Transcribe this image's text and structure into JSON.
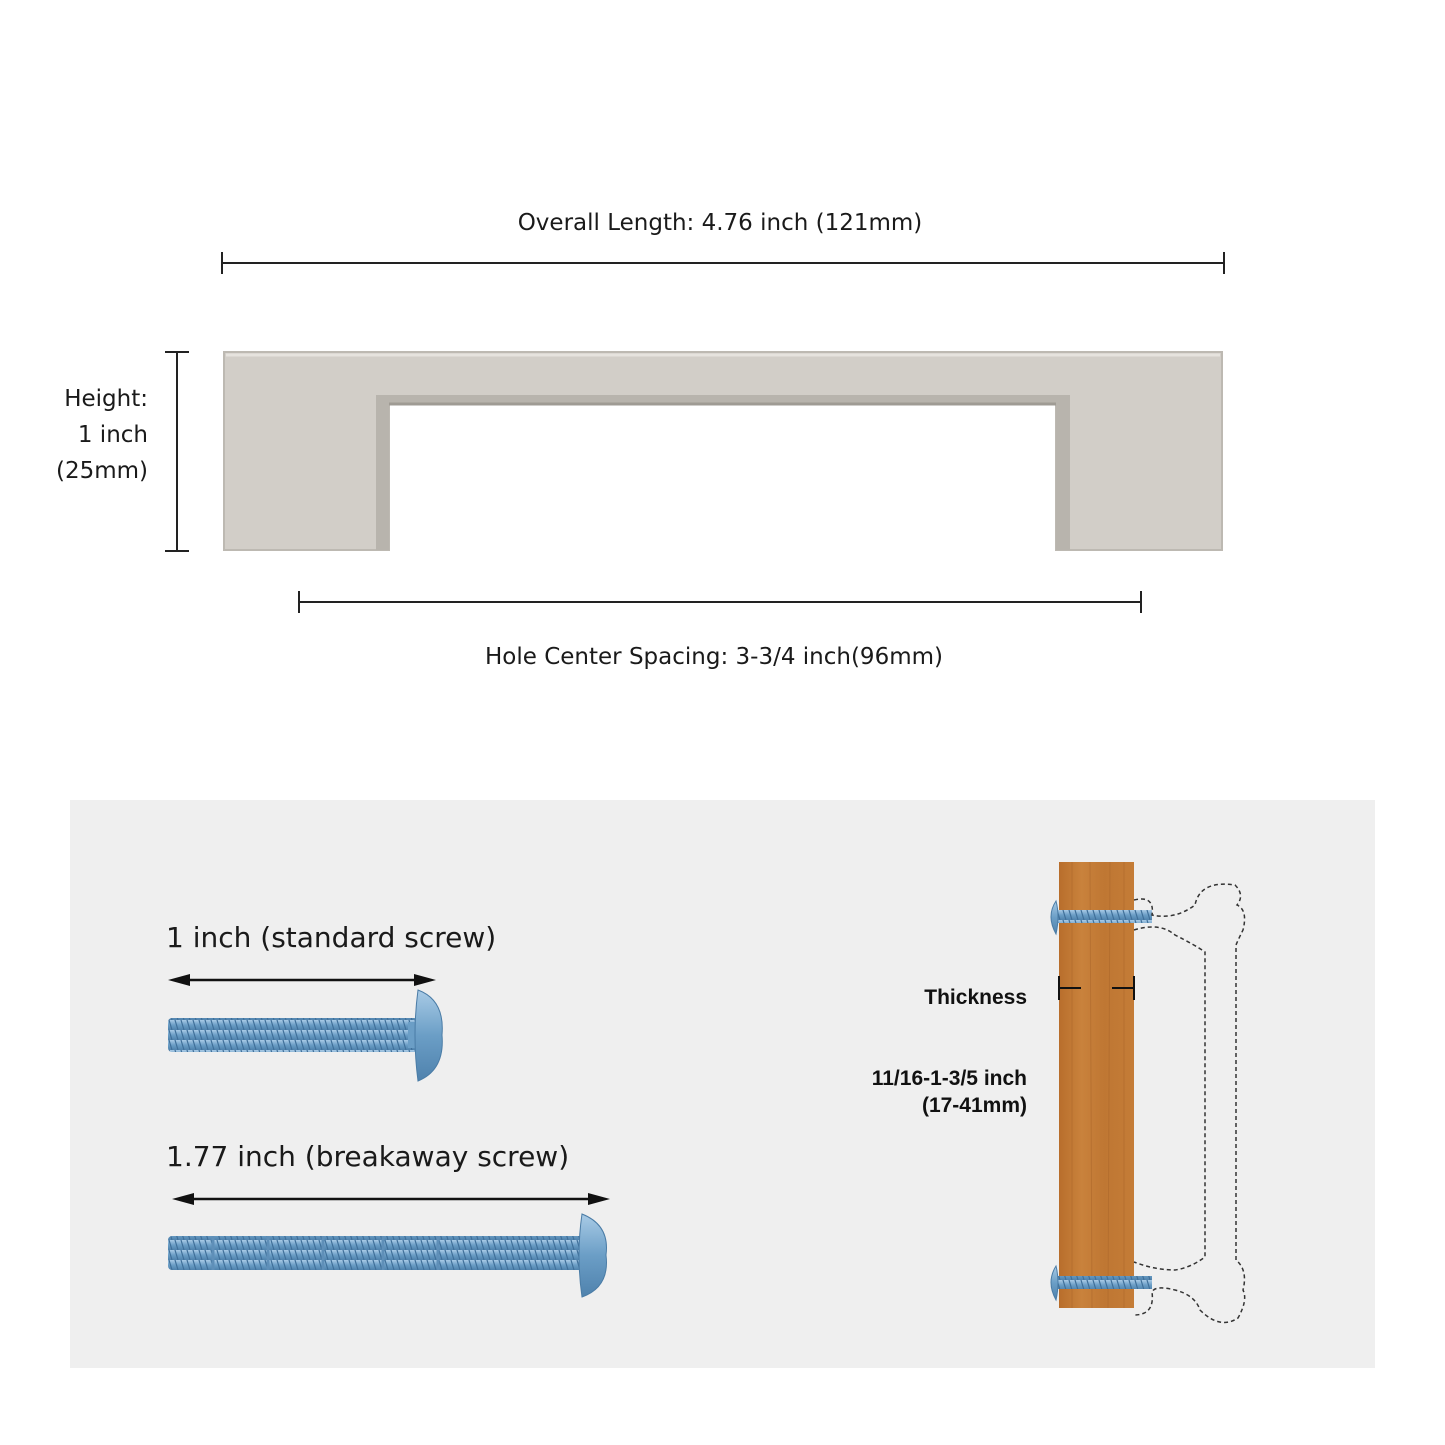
{
  "handle": {
    "overall_length": "Overall Length: 4.76 inch (121mm)",
    "height_label": [
      "Height:",
      "1 inch",
      "(25mm)"
    ],
    "hole_spacing": "Hole Center Spacing: 3-3/4 inch(96mm)",
    "finish_color": "#cfcbc5"
  },
  "screws": {
    "standard": "1 inch (standard screw)",
    "breakaway": "1.77 inch (breakaway screw)",
    "screw_color": "#7fb0d6"
  },
  "thickness": {
    "title": "Thickness",
    "range_inch": "11/16-1-3/5 inch",
    "range_mm": "(17-41mm)",
    "wood_color": "#c27a35"
  }
}
